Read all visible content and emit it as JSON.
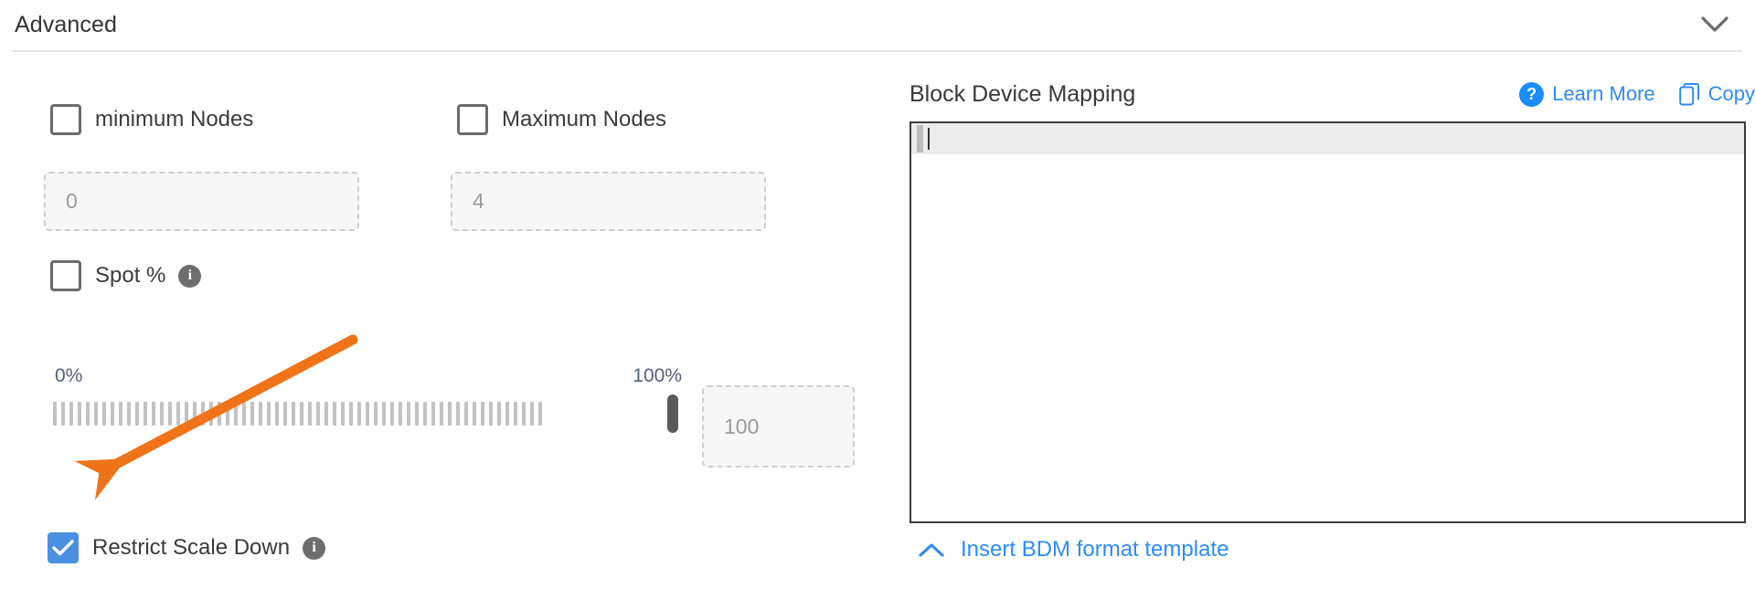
{
  "section": {
    "title": "Advanced",
    "collapse_icon": "chevron-down-icon"
  },
  "left": {
    "min_nodes": {
      "label": "minimum Nodes",
      "checked": false,
      "input_placeholder": "0",
      "input_value": ""
    },
    "max_nodes": {
      "label": "Maximum Nodes",
      "checked": false,
      "input_placeholder": "4",
      "input_value": ""
    },
    "spot": {
      "label": "Spot %",
      "checked": false,
      "info_icon": "info-icon",
      "info_glyph": "i"
    },
    "slider": {
      "min_label": "0%",
      "max_label": "100%",
      "value": 100,
      "value_box_placeholder": "100",
      "tick_count": 60
    },
    "restrict": {
      "label": "Restrict Scale Down",
      "checked": true,
      "info_icon": "info-icon",
      "info_glyph": "i"
    }
  },
  "right": {
    "title": "Block Device Mapping",
    "learn_more": {
      "label": "Learn More",
      "badge_glyph": "?",
      "icon": "help-circle-icon"
    },
    "copy": {
      "label": "Copy",
      "icon": "copy-icon"
    },
    "editor": {
      "content": "",
      "active_line": 1
    },
    "insert_template": {
      "label": "Insert BDM format template",
      "icon": "chevron-up-icon"
    }
  },
  "annotation": {
    "type": "arrow",
    "color": "#f07318",
    "points_to": "restrict-scale-down-checkbox"
  },
  "colors": {
    "accent_blue": "#2d8cf7",
    "checkbox_checked": "#4a90e2",
    "annotation_orange": "#f07318",
    "slider_tick": "#c2c2c2",
    "slider_thumb": "#5a5a5a",
    "text_primary": "#3a3a3a",
    "placeholder": "#9a9a9a",
    "divider": "#e4e4e4"
  }
}
